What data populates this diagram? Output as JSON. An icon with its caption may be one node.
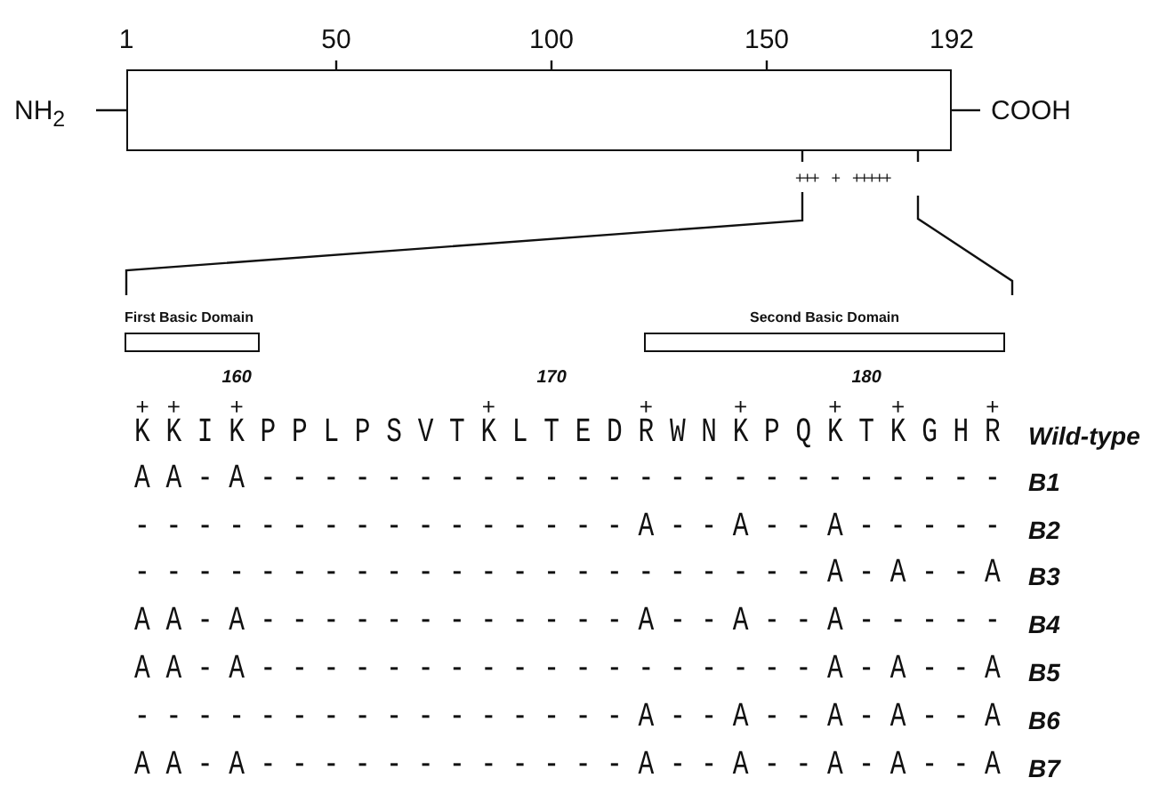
{
  "diagram": {
    "nodes": [
      {
        "text": [],
        "shape": "bar"
      },
      {
        "text": [
          "First Basic Domain"
        ]
      },
      {
        "text": [
          "Second Basic Domain"
        ]
      }
    ],
    "labels": [
      "1",
      "50",
      "100",
      "150",
      "192",
      "NH$_{2}$",
      "COOH",
      "+++ + +++++",
      "160",
      "170",
      "180",
      "+",
      "+",
      "+",
      "+",
      "+",
      "+",
      "+",
      "+",
      "+",
      "K K I K P P L P S V T K L T E D R W N K P Q K T K G H R",
      "Wild-type",
      "A A - A - - - - - - - - - - - - - - - - - - - - - - - -",
      "B1",
      "- - - - - - - - - - - - - - - - A - - A - - A - - - - -",
      "B2",
      "- - - - - - - - - - - - - - - - - - - - - - A - A - - A",
      "B3",
      "A A - A - - - - - - - - - - - - A - - A - - A - - - - -",
      "B4",
      "A A - A - - - - - - - - - - - - - - - - - - A - A - - A",
      "B5",
      "- - - - - - - - - - - - - - - - A - - A - - A - A - - A",
      "B6",
      "A A - A - - - - - - - - - - - - A - - A - - A - A - - A",
      "B7"
    ]
  }
}
